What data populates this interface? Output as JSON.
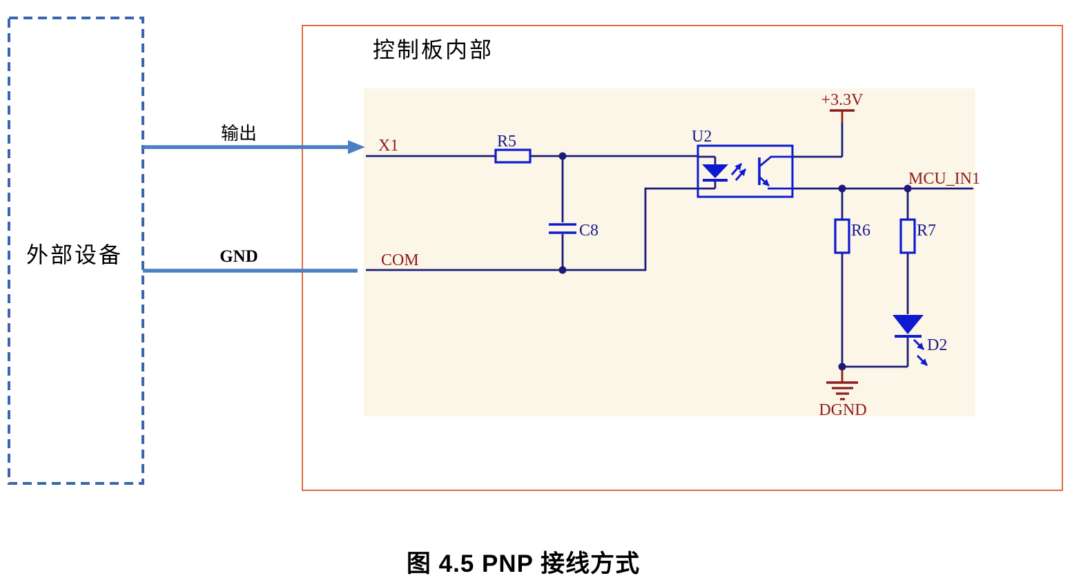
{
  "external_device": {
    "label": "外部设备"
  },
  "signals": {
    "output_label": "输出",
    "gnd_label": "GND"
  },
  "control_board": {
    "title": "控制板内部"
  },
  "nets": {
    "x1": "X1",
    "com": "COM",
    "vcc": "+3.3V",
    "mcu_in1": "MCU_IN1",
    "dgnd": "DGND"
  },
  "components": {
    "r5": {
      "designator": "R5",
      "type": "resistor"
    },
    "c8": {
      "designator": "C8",
      "type": "capacitor"
    },
    "u2": {
      "designator": "U2",
      "type": "optocoupler"
    },
    "r6": {
      "designator": "R6",
      "type": "resistor"
    },
    "r7": {
      "designator": "R7",
      "type": "resistor"
    },
    "d2": {
      "designator": "D2",
      "type": "led"
    }
  },
  "figure": {
    "caption": "图 4.5 PNP 接线方式"
  },
  "colors": {
    "wire": "#1b1b78",
    "symbol_blue": "#0d1ad0",
    "net_label_red": "#8e1a1a",
    "designator_blue": "#1a1a8c",
    "signal_arrow_blue": "#4d7ec3",
    "external_box_border": "#3a65ae",
    "board_border": "#e0683f",
    "schematic_bg": "#fbf6e7",
    "text_black": "#000000"
  }
}
